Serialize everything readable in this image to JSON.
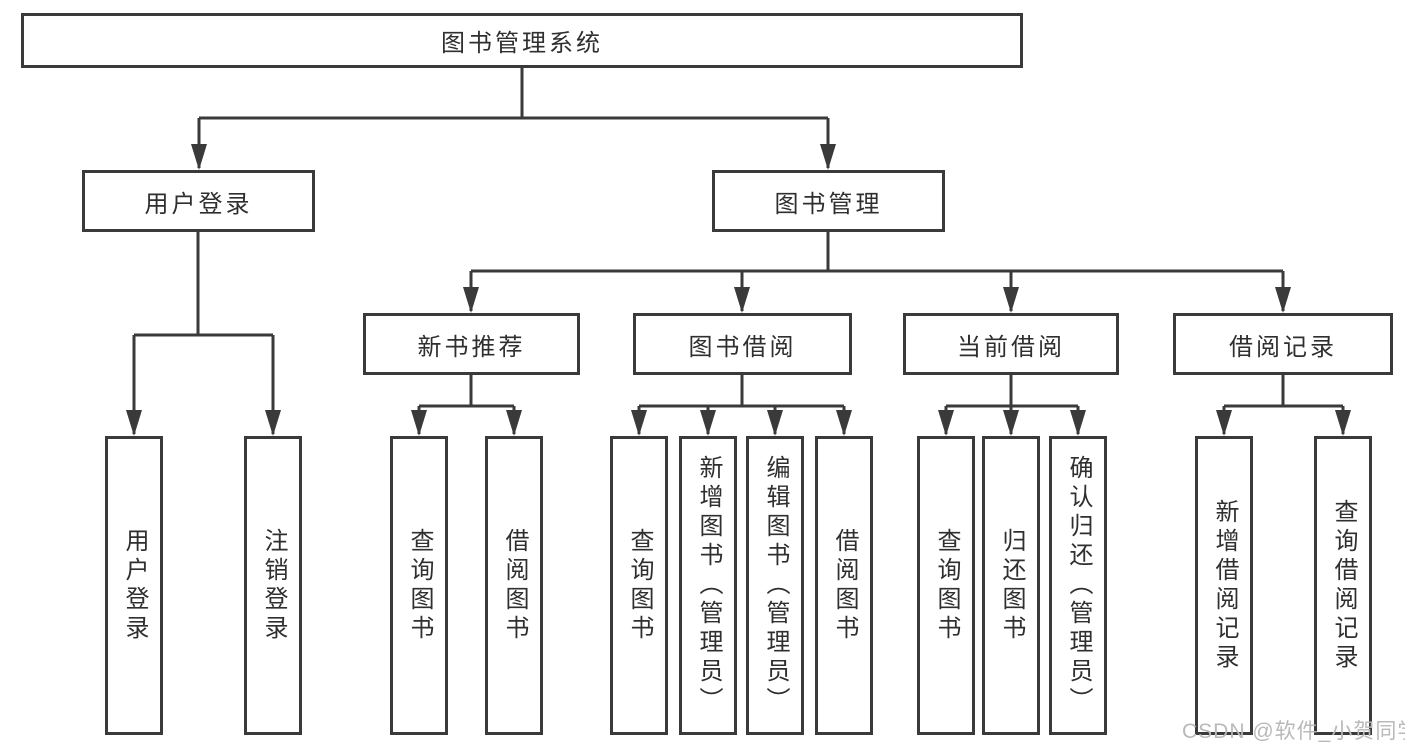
{
  "diagram_type": "functional-structure-tree",
  "tree": {
    "label": "图书管理系统",
    "children": [
      {
        "label": "用户登录",
        "children": [
          {
            "label": "用户登录"
          },
          {
            "label": "注销登录"
          }
        ]
      },
      {
        "label": "图书管理",
        "children": [
          {
            "label": "新书推荐",
            "children": [
              {
                "label": "查询图书"
              },
              {
                "label": "借阅图书"
              }
            ]
          },
          {
            "label": "图书借阅",
            "children": [
              {
                "label": "查询图书"
              },
              {
                "label": "新增图书（管理员）"
              },
              {
                "label": "编辑图书（管理员）"
              },
              {
                "label": "借阅图书"
              }
            ]
          },
          {
            "label": "当前借阅",
            "children": [
              {
                "label": "查询图书"
              },
              {
                "label": "归还图书"
              },
              {
                "label": "确认归还（管理员）"
              }
            ]
          },
          {
            "label": "借阅记录",
            "children": [
              {
                "label": "新增借阅记录"
              },
              {
                "label": "查询借阅记录"
              }
            ]
          }
        ]
      }
    ]
  },
  "watermark": "CSDN @软件_小贺同学",
  "colors": {
    "line": "#3a3a3a",
    "text": "#2f2f2f",
    "watermark": "#b9b9b9",
    "background": "#ffffff"
  }
}
